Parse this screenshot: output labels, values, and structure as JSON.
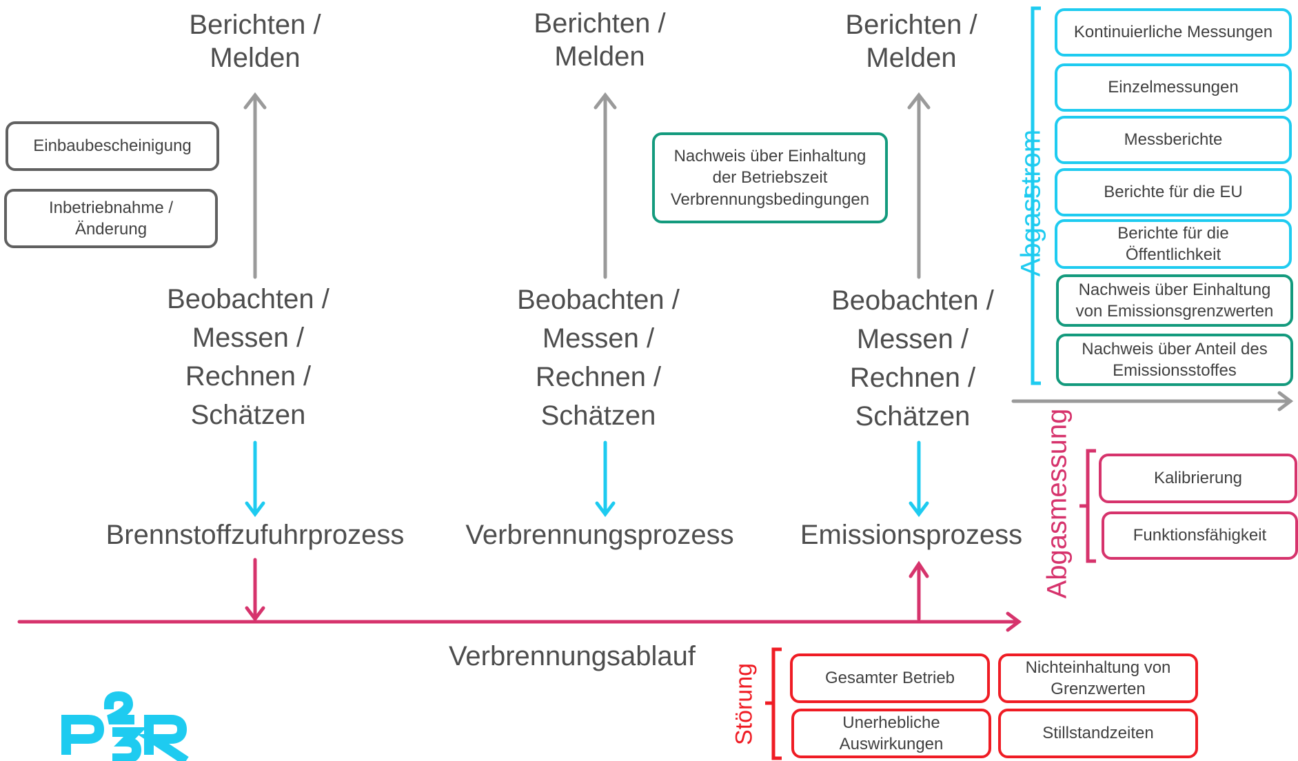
{
  "columns": [
    {
      "report": "Berichten /\nMelden",
      "observe": "Beobachten /\nMessen /\nRechnen /\nSchätzen",
      "process": "Brennstoffzufuhrprozess"
    },
    {
      "report": "Berichten /\nMelden",
      "observe": "Beobachten /\nMessen /\nRechnen /\nSchätzen",
      "process": "Verbrennungsprozess"
    },
    {
      "report": "Berichten /\nMelden",
      "observe": "Beobachten /\nMessen /\nRechnen /\nSchätzen",
      "process": "Emissionsprozess"
    }
  ],
  "timeline_label": "Verbrennungsablauf",
  "left_boxes": [
    "Einbaubescheinigung",
    "Inbetriebnahme /\nÄnderung"
  ],
  "center_box": "Nachweis über Einhaltung\nder Betriebszeit\nVerbrennungsbedingungen",
  "abgasstrom": {
    "label": "Abgasstrom",
    "items": [
      "Kontinuierliche Messungen",
      "Einzelmessungen",
      "Messberichte",
      "Berichte für die EU",
      "Berichte für die\nÖffentlichkeit",
      "Nachweis über Einhaltung\nvon Emissionsgrenzwerten",
      "Nachweis über Anteil des\nEmissionsstoffes"
    ]
  },
  "abgasmessung": {
    "label": "Abgasmessung",
    "items": [
      "Kalibrierung",
      "Funktionsfähigkeit"
    ]
  },
  "stoerung": {
    "label": "Störung",
    "items": [
      "Gesamter Betrieb",
      "Nichteinhaltung von\nGrenzwerten",
      "Unerhebliche\nAuswirkungen",
      "Stillstandzeiten"
    ]
  },
  "logo": "P2 3R",
  "colors": {
    "grey": "#9a9a9a",
    "cyan": "#1ecbf0",
    "pink": "#d6336c",
    "teal": "#139a7d",
    "red": "#ef1c24",
    "text": "#4d4d4d"
  }
}
